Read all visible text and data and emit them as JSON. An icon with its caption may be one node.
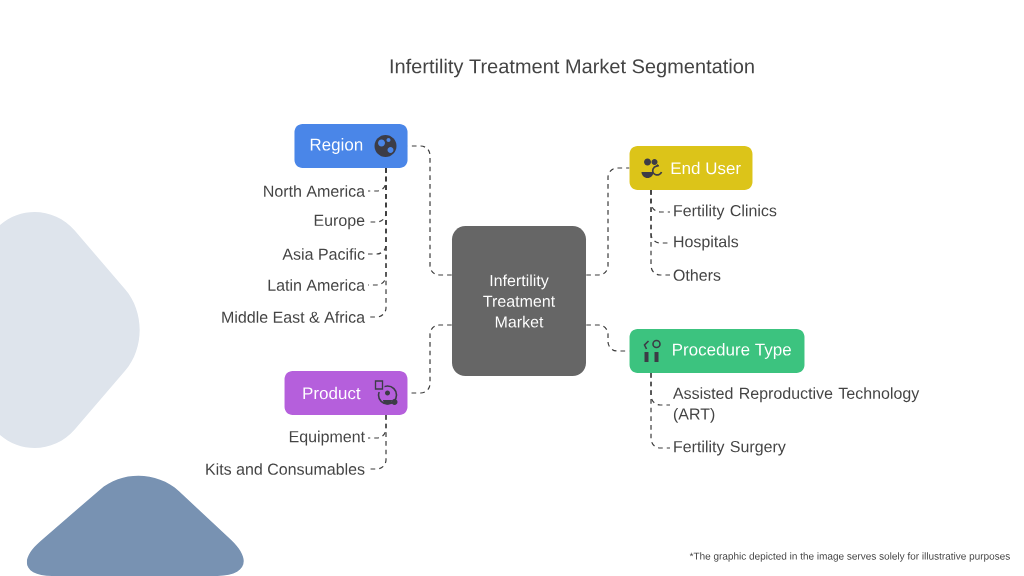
{
  "diagram": {
    "title": "Infertility Treatment Market Segmentation",
    "nodes": [
      {
        "text": [
          "Infertility Treatment Market"
        ]
      },
      {
        "text": [
          "Region"
        ]
      },
      {
        "text": [
          "North America"
        ]
      },
      {
        "text": [
          "Europe"
        ]
      },
      {
        "text": [
          "Asia Pacific"
        ]
      },
      {
        "text": [
          "Latin America"
        ]
      },
      {
        "text": [
          "Middle East & Africa"
        ]
      },
      {
        "text": [
          "Product"
        ]
      },
      {
        "text": [
          "Equipment"
        ]
      },
      {
        "text": [
          "Kits and Consumables"
        ]
      },
      {
        "text": [
          "End User"
        ]
      },
      {
        "text": [
          "Fertility Clinics"
        ]
      },
      {
        "text": [
          "Hospitals"
        ]
      },
      {
        "text": [
          "Others"
        ]
      },
      {
        "text": [
          "Procedure Type"
        ]
      },
      {
        "text": [
          "Assisted Reproductive Technology (ART)"
        ]
      },
      {
        "text": [
          "Fertility Surgery"
        ]
      }
    ],
    "edges": [
      {
        "from": 0,
        "to": 1,
        "arrow": "none",
        "style": "dashed"
      },
      {
        "from": 0,
        "to": 7,
        "arrow": "none",
        "style": "dashed"
      },
      {
        "from": 0,
        "to": 10,
        "arrow": "none",
        "style": "dashed"
      },
      {
        "from": 0,
        "to": 14,
        "arrow": "none",
        "style": "dashed"
      },
      {
        "from": 1,
        "to": 2,
        "arrow": "none",
        "style": "dashed"
      },
      {
        "from": 1,
        "to": 3,
        "arrow": "none",
        "style": "dashed"
      },
      {
        "from": 1,
        "to": 4,
        "arrow": "none",
        "style": "dashed"
      },
      {
        "from": 1,
        "to": 5,
        "arrow": "none",
        "style": "dashed"
      },
      {
        "from": 1,
        "to": 6,
        "arrow": "none",
        "style": "dashed"
      },
      {
        "from": 7,
        "to": 8,
        "arrow": "none",
        "style": "dashed"
      },
      {
        "from": 7,
        "to": 9,
        "arrow": "none",
        "style": "dashed"
      },
      {
        "from": 10,
        "to": 11,
        "arrow": "none",
        "style": "dashed"
      },
      {
        "from": 10,
        "to": 12,
        "arrow": "none",
        "style": "dashed"
      },
      {
        "from": 10,
        "to": 13,
        "arrow": "none",
        "style": "dashed"
      },
      {
        "from": 14,
        "to": 15,
        "arrow": "none",
        "style": "dashed"
      },
      {
        "from": 14,
        "to": 16,
        "arrow": "none",
        "style": "dashed"
      }
    ],
    "labels": [
      "*The graphic depicted in the image serves solely for illustrative purposes"
    ]
  }
}
